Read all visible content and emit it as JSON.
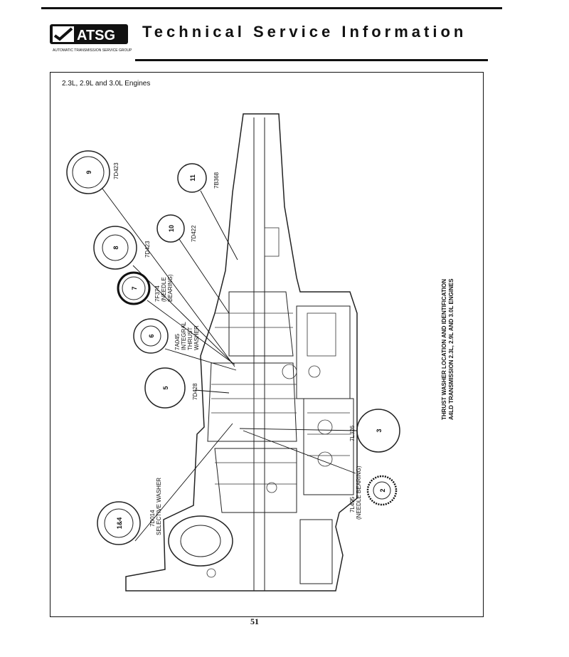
{
  "header": {
    "logo_text": "ATSG",
    "logo_subtext": "AUTOMATIC TRANSMISSION SERVICE GROUP",
    "title": "Technical Service Information"
  },
  "figure": {
    "engines_label": "2.3L, 2.9L and 3.0L Engines",
    "caption_line1": "THRUST WASHER LOCATION AND IDENTIFICATION",
    "caption_line2": "A4LD TRANSMISSION 2.3L, 2.9L AND 3.0L ENGINES",
    "washers": [
      {
        "number": "9",
        "part": "7D423"
      },
      {
        "number": "11",
        "part": "7B368"
      },
      {
        "number": "10",
        "part": "7D422"
      },
      {
        "number": "8",
        "part": "7D423"
      },
      {
        "number": "7",
        "part_lines": [
          "7F374",
          "(NEEDLE",
          "BEARING)"
        ]
      },
      {
        "number": "6",
        "part_lines": [
          "7A045",
          "INTEGRAL",
          "THRUST",
          "WASHER"
        ]
      },
      {
        "number": "5",
        "part": "7D428"
      },
      {
        "number": "3",
        "part": "7L326"
      },
      {
        "number": "2",
        "part_lines": [
          "7L495",
          "(NEEDLE BEARING)"
        ]
      },
      {
        "number": "1&4",
        "part_lines": [
          "7D014",
          "SELECTIVE WASHER"
        ]
      }
    ]
  },
  "footer": {
    "page_number": "51"
  }
}
